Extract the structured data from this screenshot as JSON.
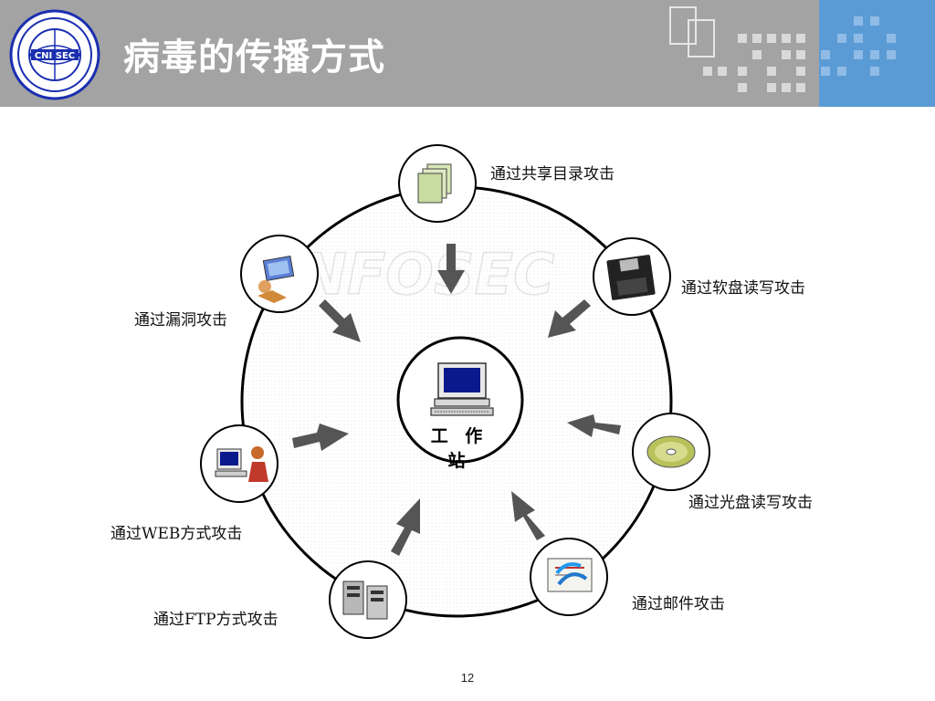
{
  "header": {
    "title": "病毒的传播方式",
    "logo_text": "CNI SEC"
  },
  "diagram": {
    "center_label": "工 作 站",
    "nodes": [
      {
        "id": "shared-dir",
        "label": "通过共享目录攻击",
        "icon": "document-stack-icon"
      },
      {
        "id": "floppy",
        "label": "通过软盘读写攻击",
        "icon": "floppy-disk-icon"
      },
      {
        "id": "cdrom",
        "label": "通过光盘读写攻击",
        "icon": "cd-disc-icon"
      },
      {
        "id": "email",
        "label": "通过邮件攻击",
        "icon": "email-icon"
      },
      {
        "id": "ftp",
        "label": "通过FTP方式攻击",
        "icon": "server-icon"
      },
      {
        "id": "web",
        "label": "通过WEB方式攻击",
        "icon": "web-user-icon"
      },
      {
        "id": "vuln",
        "label": "通过漏洞攻击",
        "icon": "hacker-icon"
      }
    ],
    "watermark": "INFOSEC"
  },
  "footer": {
    "page_number": "12"
  },
  "colors": {
    "header_bg": "#a3a3a3",
    "accent_blue": "#5b9bd5",
    "arrow": "#555555",
    "ring": "#000000"
  }
}
